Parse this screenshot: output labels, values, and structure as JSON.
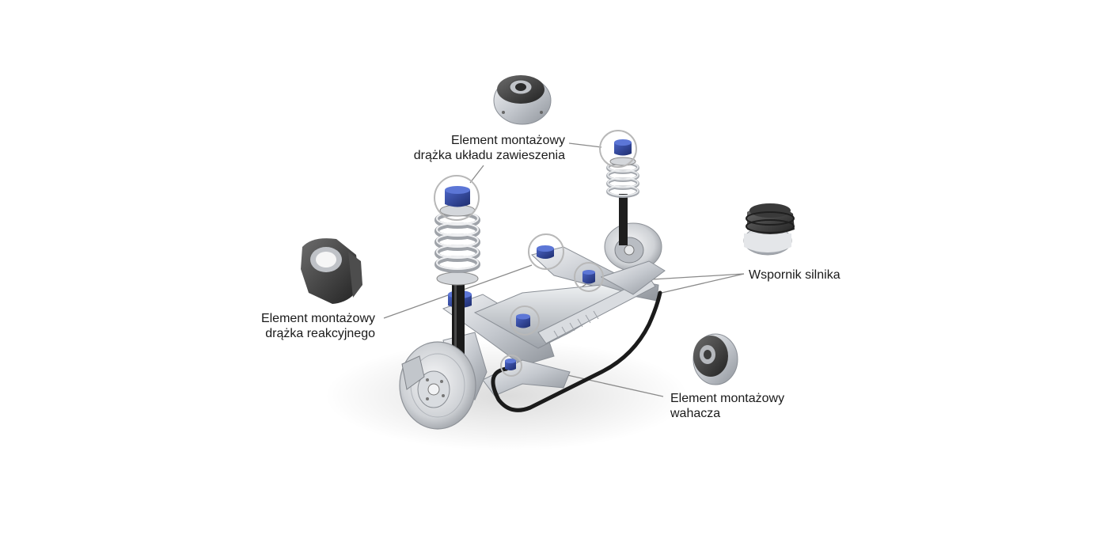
{
  "labels": {
    "strut_mount": {
      "line1": "Element montażowy",
      "line2": "drążka układu zawieszenia",
      "part_icon": "strut-top-mount-icon"
    },
    "reaction_rod_mount": {
      "line1": "Element montażowy",
      "line2": "drążka reakcyjnego",
      "part_icon": "reaction-rod-bushing-icon"
    },
    "engine_mount": {
      "line1": "Wspornik silnika",
      "part_icon": "engine-mount-icon"
    },
    "control_arm_mount": {
      "line1": "Element montażowy",
      "line2": "wahacza",
      "part_icon": "control-arm-bushing-icon"
    }
  },
  "colors": {
    "highlight_blue": "#2b3f8f",
    "leader_line": "#8a8a8a",
    "metal": "#c9ccd1",
    "rubber": "#3a3a3a"
  }
}
